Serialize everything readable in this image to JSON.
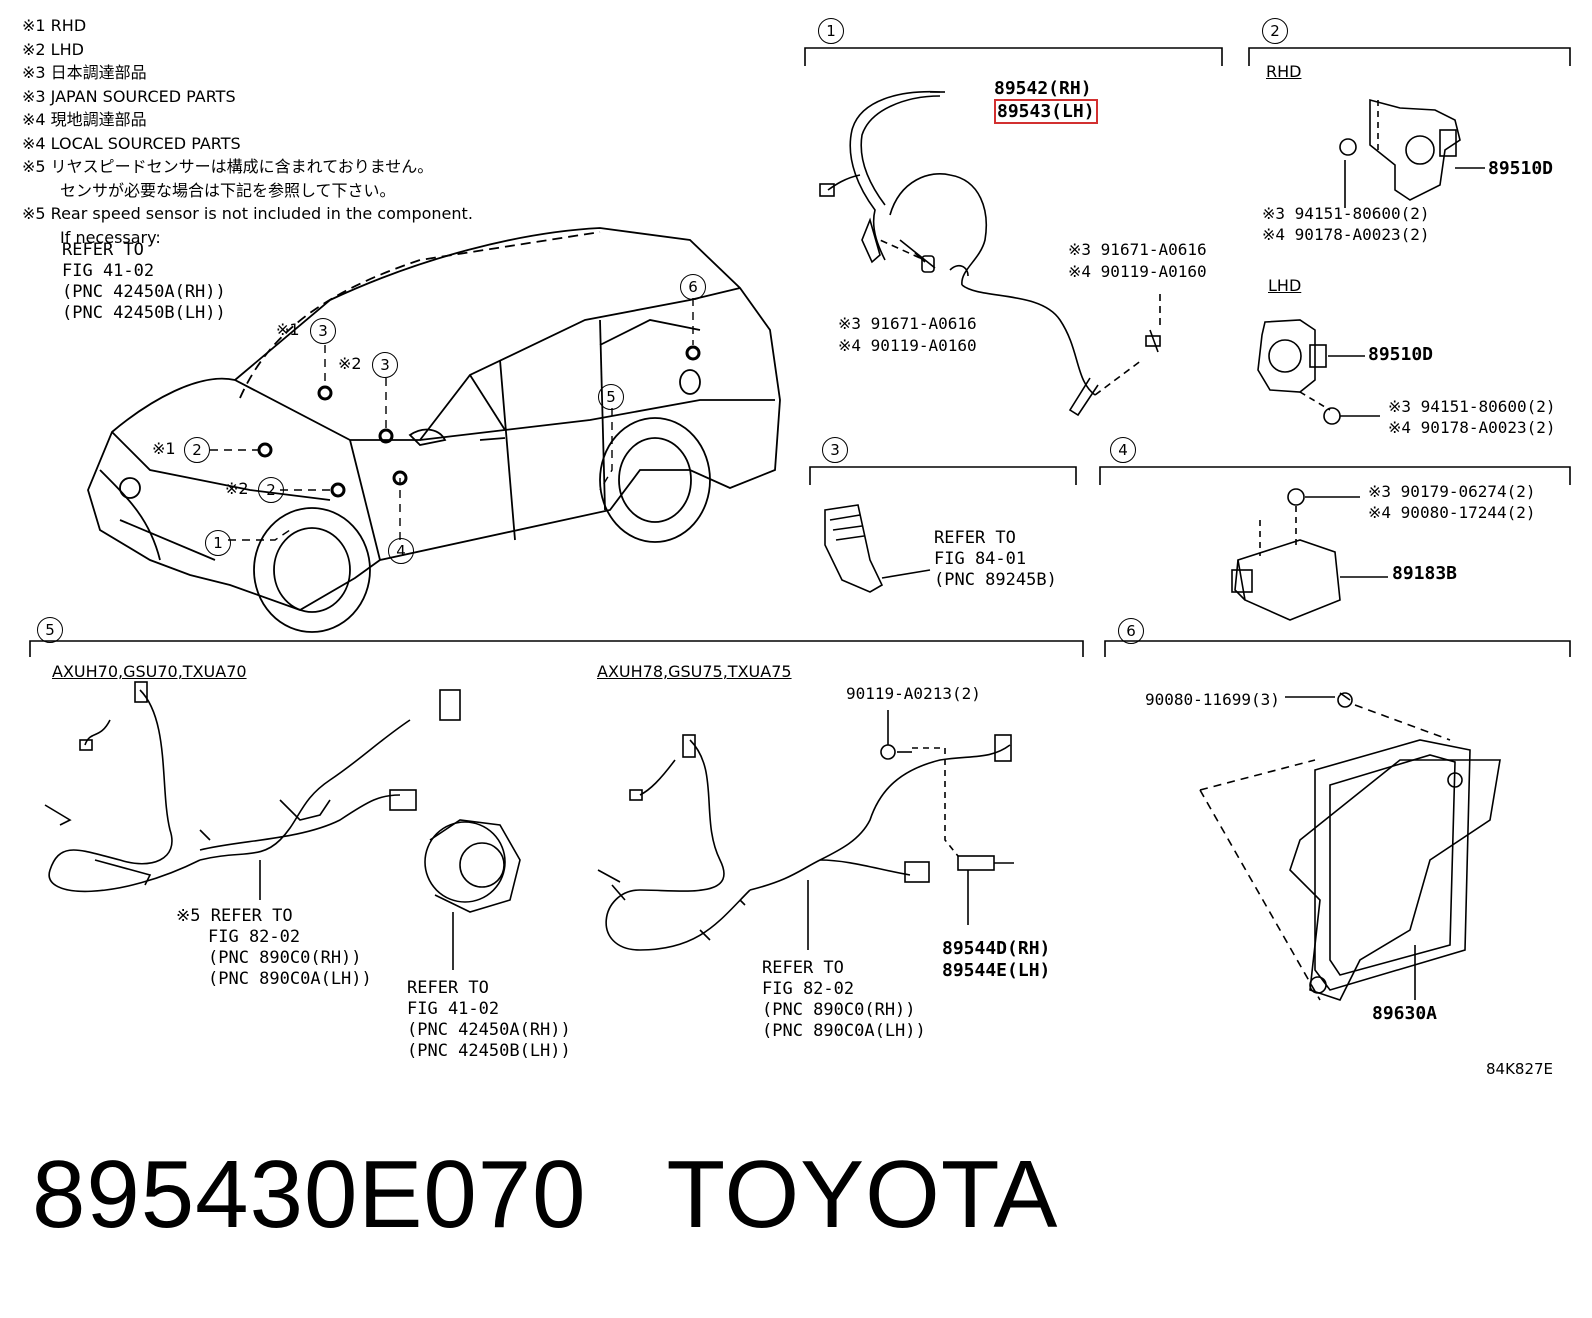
{
  "notes": [
    "※1 RHD",
    "※2 LHD",
    "※3 日本調達部品",
    "※3 JAPAN SOURCED PARTS",
    "※4 現地調達部品",
    "※4 LOCAL SOURCED PARTS",
    "※5 リヤスピードセンサーは構成に含まれておりません。",
    "センサが必要な場合は下記を参照して下さい。",
    "※5 Rear speed sensor is not included in the component.",
    "If necessary:"
  ],
  "note_ref": [
    "REFER TO",
    "FIG 41-02",
    "(PNC 42450A(RH))",
    "(PNC 42450B(LH))"
  ],
  "sections": {
    "s1": {
      "num": "1",
      "part_rh": "89542(RH)",
      "part_lh": "89543(LH)",
      "bolt_a": [
        "※3 91671-A0616",
        "※4 90119-A0160"
      ],
      "bolt_b": [
        "※3 91671-A0616",
        "※4 90119-A0160"
      ]
    },
    "s2": {
      "num": "2",
      "rhd_label": "RHD",
      "lhd_label": "LHD",
      "part": "89510D",
      "part_lhd": "89510D",
      "nut_rhd": [
        "※3 94151-80600(2)",
        "※4 90178-A0023(2)"
      ],
      "nut_lhd": [
        "※3 94151-80600(2)",
        "※4 90178-A0023(2)"
      ]
    },
    "s3": {
      "num": "3",
      "ref": [
        "REFER TO",
        "FIG 84-01",
        "(PNC 89245B)"
      ]
    },
    "s4": {
      "num": "4",
      "nut": [
        "※3 90179-06274(2)",
        "※4 90080-17244(2)"
      ],
      "part": "89183B"
    },
    "s5": {
      "num": "5",
      "veh_a": "AXUH70,GSU70,TXUA70",
      "veh_b": "AXUH78,GSU75,TXUA75",
      "ref_a": [
        "※5 REFER TO",
        "FIG 82-02",
        "(PNC 890C0(RH))",
        "(PNC 890C0A(LH))"
      ],
      "ref_hub": [
        "REFER TO",
        "FIG 41-02",
        "(PNC 42450A(RH))",
        "(PNC 42450B(LH))"
      ],
      "bolt": "90119-A0213(2)",
      "ref_b": [
        "REFER TO",
        "FIG 82-02",
        "(PNC 890C0(RH))",
        "(PNC 890C0A(LH))"
      ],
      "part_rh": "89544D(RH)",
      "part_lh": "89544E(LH)"
    },
    "s6": {
      "num": "6",
      "bolt": "90080-11699(3)",
      "part": "89630A"
    }
  },
  "car_callouts": {
    "c3a": "3",
    "c3a_note": "※1",
    "c3b": "3",
    "c3b_note": "※2",
    "c6": "6",
    "c5": "5",
    "c2a": "2",
    "c2a_note": "※1",
    "c2b": "2",
    "c2b_note": "※2",
    "c1": "1",
    "c4": "4"
  },
  "code": "84K827E",
  "footer": {
    "part_number": "895430E070",
    "brand": "TOYOTA"
  }
}
